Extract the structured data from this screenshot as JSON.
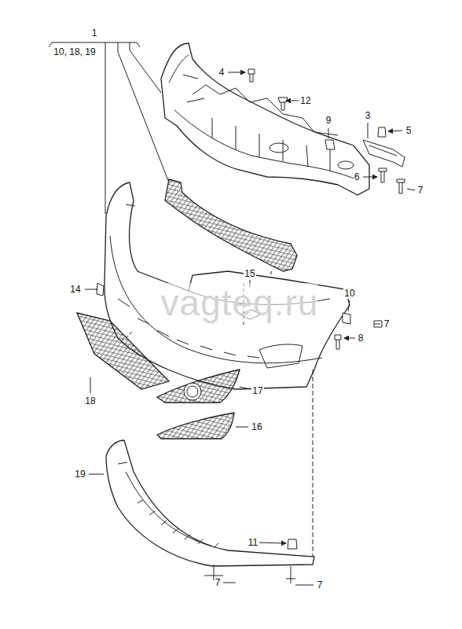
{
  "diagram": {
    "labels": [
      "1",
      "10, 18, 19",
      "4",
      "12",
      "9",
      "3",
      "5",
      "6",
      "7",
      "14",
      "15",
      "10",
      "7",
      "8",
      "17",
      "18",
      "16",
      "19",
      "11",
      "7",
      "7",
      "vagteq.ru"
    ]
  }
}
